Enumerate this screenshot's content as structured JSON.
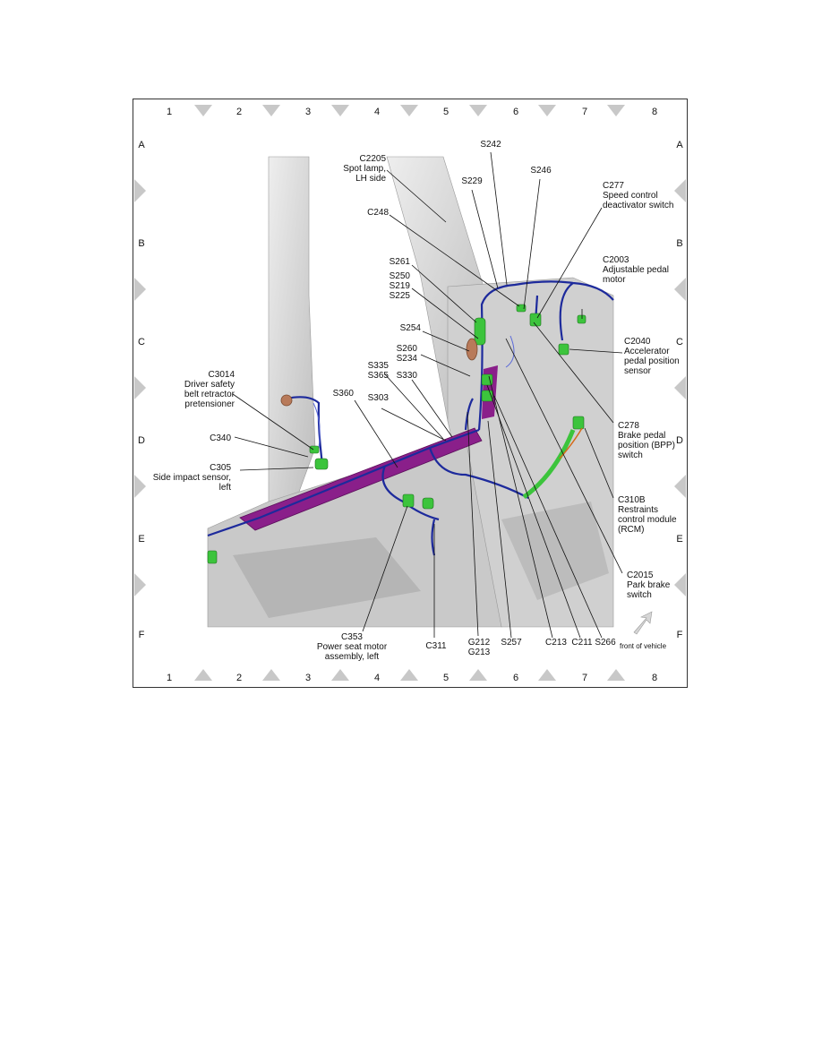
{
  "grid": {
    "columns": [
      "1",
      "2",
      "3",
      "4",
      "5",
      "6",
      "7",
      "8"
    ],
    "rows": [
      "A",
      "B",
      "C",
      "D",
      "E",
      "F"
    ]
  },
  "labels": {
    "c2205": [
      "C2205",
      "Spot lamp,",
      "LH side"
    ],
    "s242": "S242",
    "s229": "S229",
    "s246": "S246",
    "c277": [
      "C277",
      "Speed control",
      "deactivator switch"
    ],
    "c248": "C248",
    "c2003": [
      "C2003",
      "Adjustable pedal",
      "motor"
    ],
    "s261": "S261",
    "s250_group": [
      "S250",
      "S219",
      "S225"
    ],
    "s254": "S254",
    "c2040": [
      "C2040",
      "Accelerator",
      "pedal position",
      "sensor"
    ],
    "s260_group": [
      "S260",
      "S234"
    ],
    "s335_group": [
      "S335",
      "S365"
    ],
    "s330": "S330",
    "c3014": [
      "C3014",
      "Driver safety",
      "belt retractor",
      "pretensioner"
    ],
    "s360": "S360",
    "s303": "S303",
    "c278": [
      "C278",
      "Brake pedal",
      "position (BPP)",
      "switch"
    ],
    "c340": "C340",
    "c305": [
      "C305",
      "Side impact sensor,",
      "left"
    ],
    "c310b": [
      "C310B",
      "Restraints",
      "control module",
      "(RCM)"
    ],
    "c2015": [
      "C2015",
      "Park brake",
      "switch"
    ],
    "c353": [
      "C353",
      "Power seat motor",
      "assembly, left"
    ],
    "c311": "C311",
    "g212_group": [
      "G212",
      "G213"
    ],
    "s257": "S257",
    "c213": "C213",
    "c211": "C211",
    "s266": "S266",
    "front": "front of vehicle"
  },
  "colors": {
    "harness": "#1d2a9c",
    "connector": "#3cc43c",
    "conduit": "#8a1f8a",
    "body": "#d9d9d9",
    "frame_arrow": "#c8c8c8"
  }
}
